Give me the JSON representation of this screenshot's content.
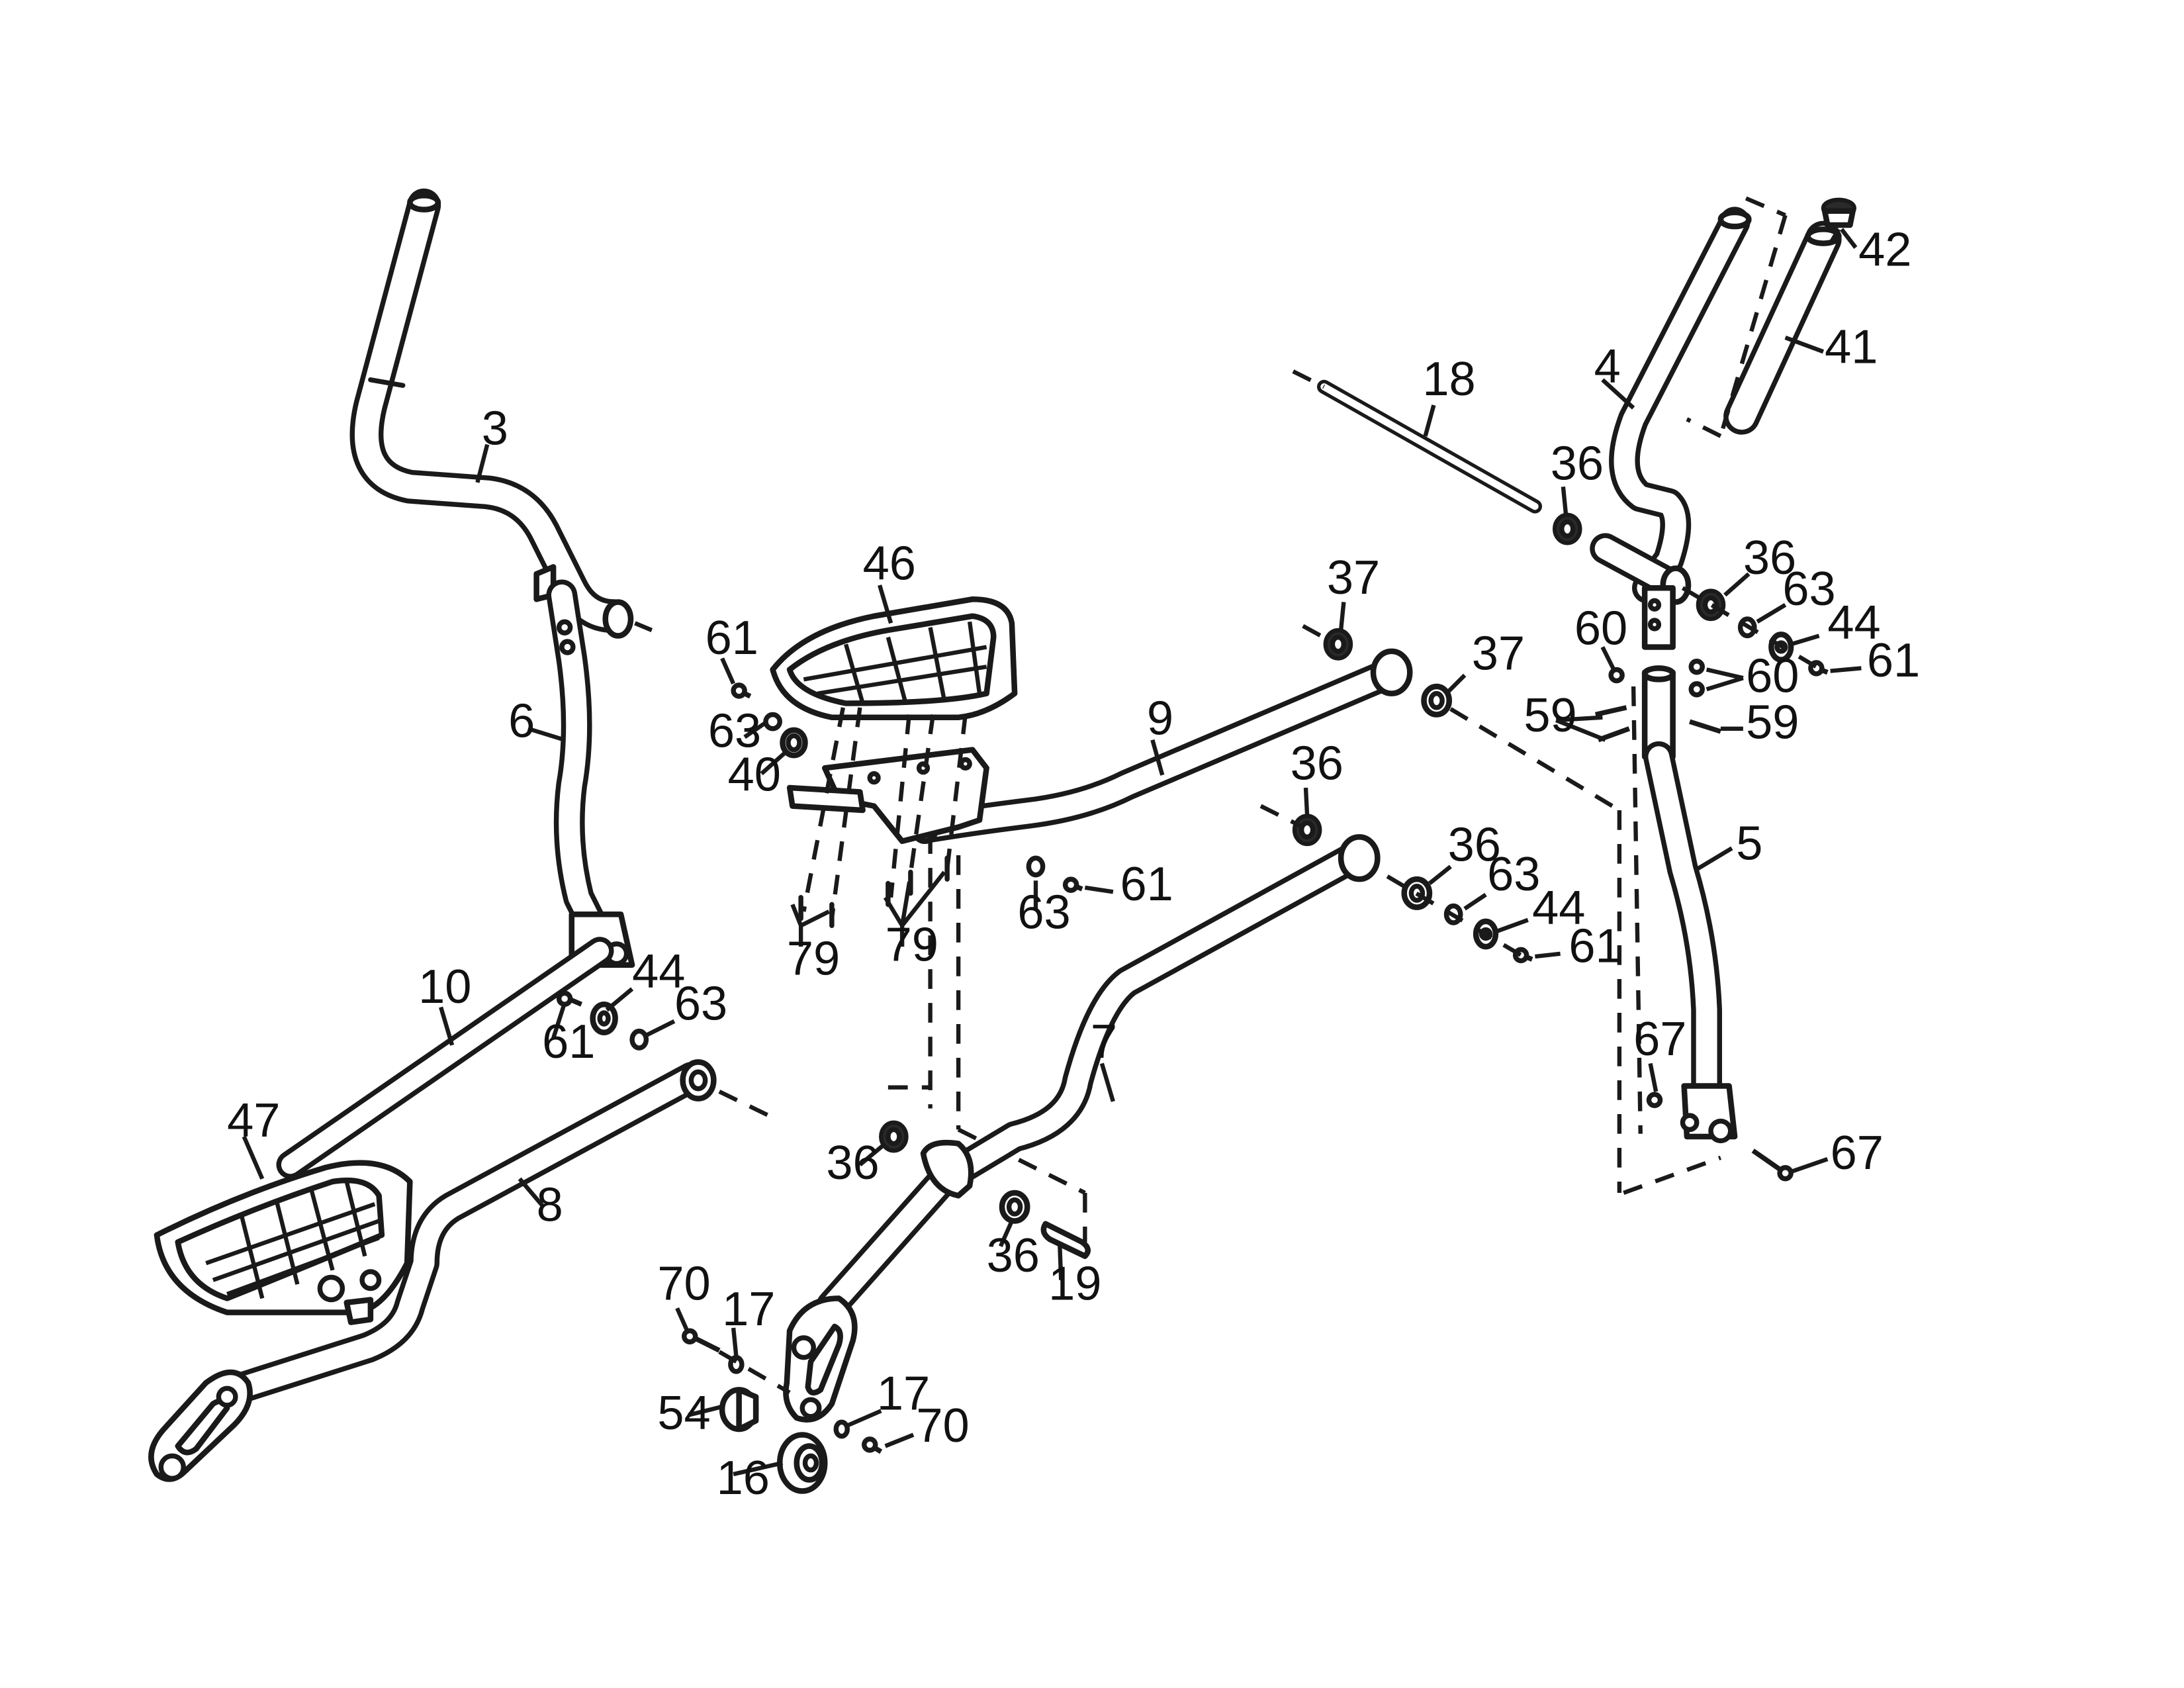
{
  "callouts": {
    "c3": "3",
    "c4": "4",
    "c5": "5",
    "c6": "6",
    "c7": "7",
    "c8": "8",
    "c9": "9",
    "c10": "10",
    "c16": "16",
    "c17a": "17",
    "c17b": "17",
    "c18": "18",
    "c19": "19",
    "c36a": "36",
    "c36b": "36",
    "c36c": "36",
    "c36d": "36",
    "c36e": "36",
    "c36f": "36",
    "c37a": "37",
    "c37b": "37",
    "c40": "40",
    "c41": "41",
    "c42": "42",
    "c44a": "44",
    "c44b": "44",
    "c44c": "44",
    "c46": "46",
    "c47": "47",
    "c54": "54",
    "c59a": "59",
    "c59b": "59",
    "c60a": "60",
    "c60b": "60",
    "c61a": "61",
    "c61b": "61",
    "c61c": "61",
    "c61d": "61",
    "c61e": "61",
    "c63a": "63",
    "c63b": "63",
    "c63c": "63",
    "c63d": "63",
    "c63e": "63",
    "c67a": "67",
    "c67b": "67",
    "c70a": "70",
    "c70b": "70",
    "c79a": "79",
    "c79b": "79"
  }
}
